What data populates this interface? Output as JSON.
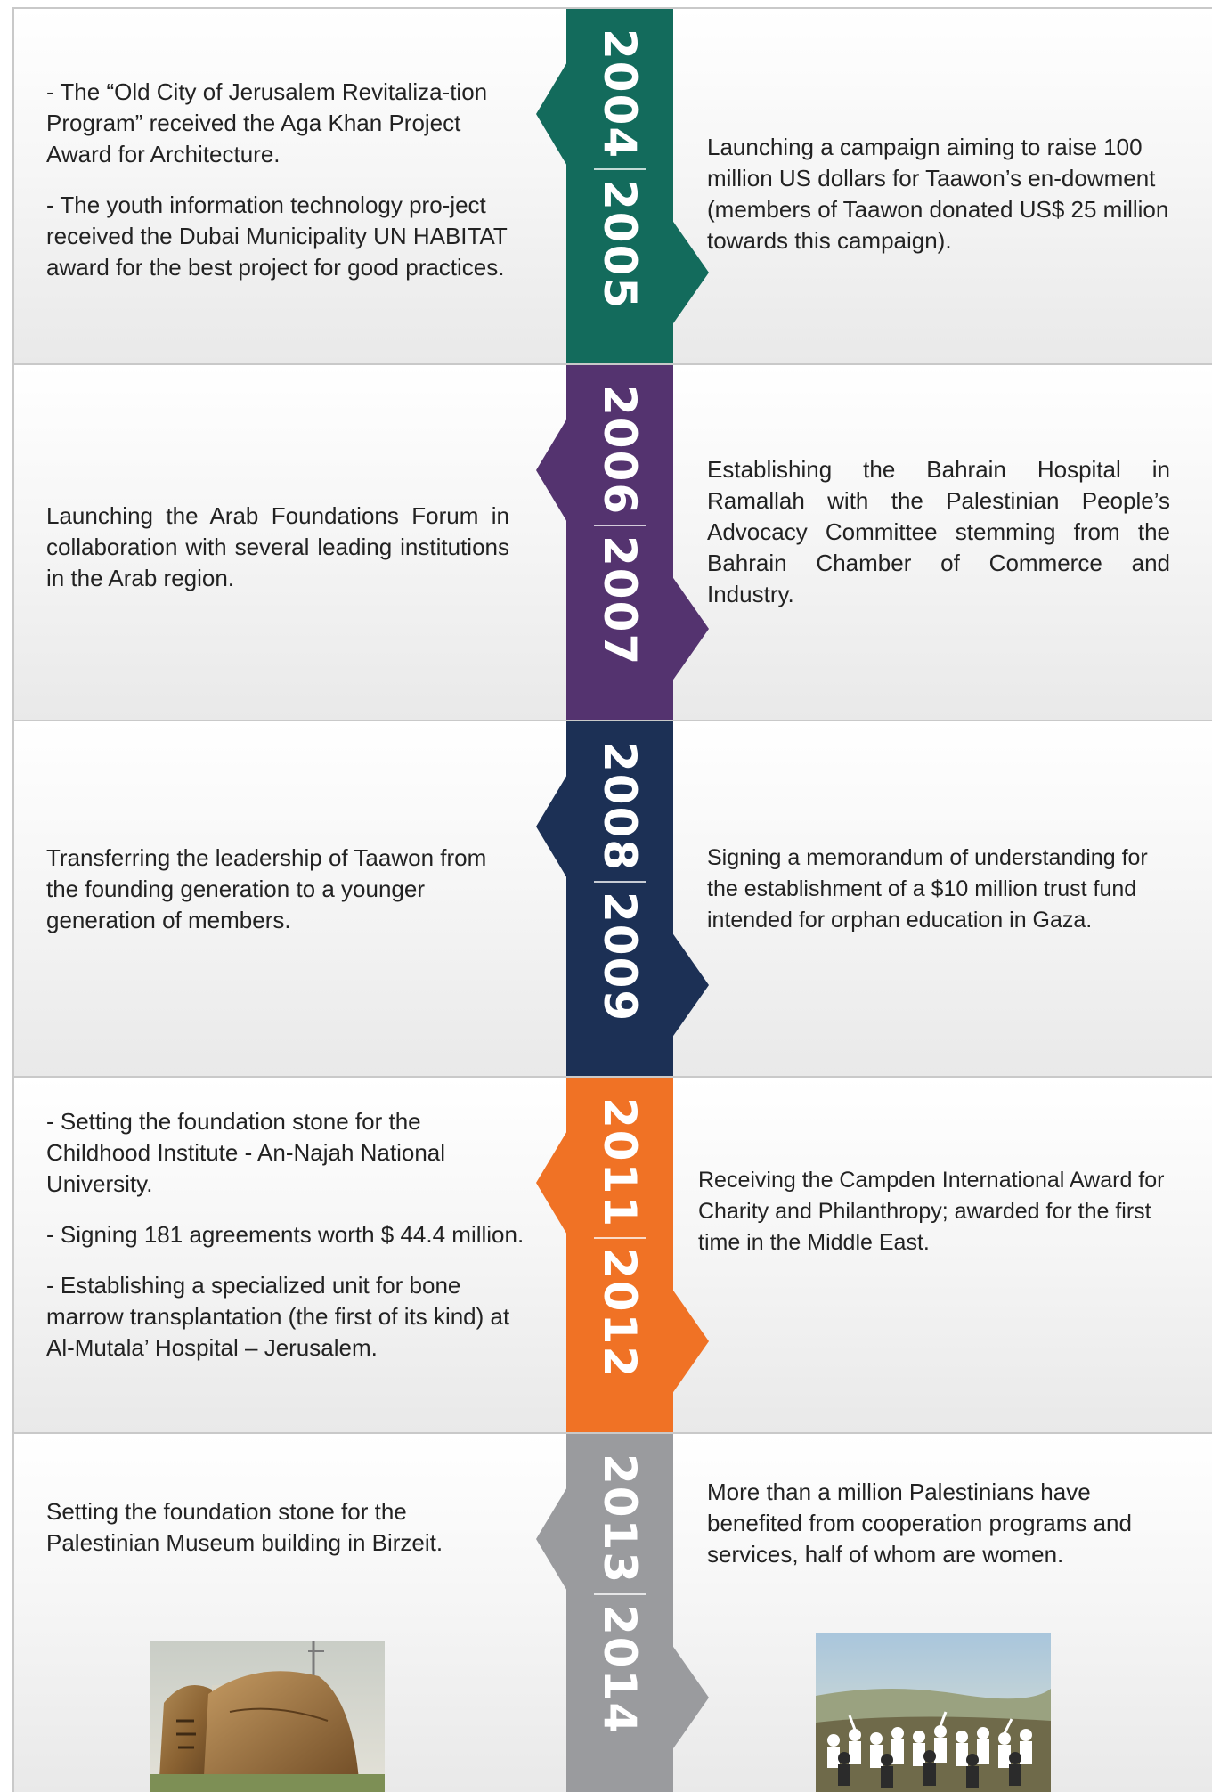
{
  "colors": {
    "period_2004_2005": "#136b5c",
    "period_2006_2007": "#54336f",
    "period_2008_2009": "#1c3055",
    "period_2011_2012": "#f07225",
    "period_2013_2014": "#9a9b9e"
  },
  "periods": [
    {
      "year_start": "2004",
      "year_end": "2005",
      "left": [
        "- The “Old City of Jerusalem Revitaliza-tion Program” received the Aga Khan Project Award for Architecture.",
        "- The youth information technology pro-ject received the Dubai Municipality UN HABITAT award for the best project for good practices."
      ],
      "right": [
        " Launching a campaign aiming to raise 100 million US dollars for Taawon’s en-dowment (members of Taawon donated US$ 25 million towards this campaign)."
      ]
    },
    {
      "year_start": "2006",
      "year_end": "2007",
      "left": [
        "Launching the Arab Foundations Forum in collaboration with several leading institutions in the Arab region."
      ],
      "right": [
        "Establishing the Bahrain Hospital in Ramallah with the Palestinian People’s Advocacy Committee stemming from the Bahrain Chamber of Commerce and Industry."
      ]
    },
    {
      "year_start": "2008",
      "year_end": "2009",
      "left": [
        "Transferring the leadership of Taawon from the founding generation to a younger generation of members."
      ],
      "right": [
        "Signing a memorandum of understanding for the establishment of a $10 million trust fund intended for orphan education in Gaza."
      ]
    },
    {
      "year_start": "2011",
      "year_end": "2012",
      "left": [
        " - Setting the foundation stone for the Childhood Institute - An-Najah National University.",
        "- Signing 181 agreements worth $ 44.4 million.",
        "- Establishing a specialized unit for bone marrow transplantation (the first of its kind) at Al-Mutala’ Hospital – Jerusalem."
      ],
      "right": [
        "Receiving the Campden International Award for Charity and Philanthropy; awarded for the first time in the Middle East."
      ]
    },
    {
      "year_start": "2013",
      "year_end": "2014",
      "left": [
        "Setting the foundation stone for the Palestinian Museum building in Birzeit."
      ],
      "right": [
        "More than a million Palestinians have benefited from cooperation programs and services, half of whom are women."
      ]
    }
  ]
}
